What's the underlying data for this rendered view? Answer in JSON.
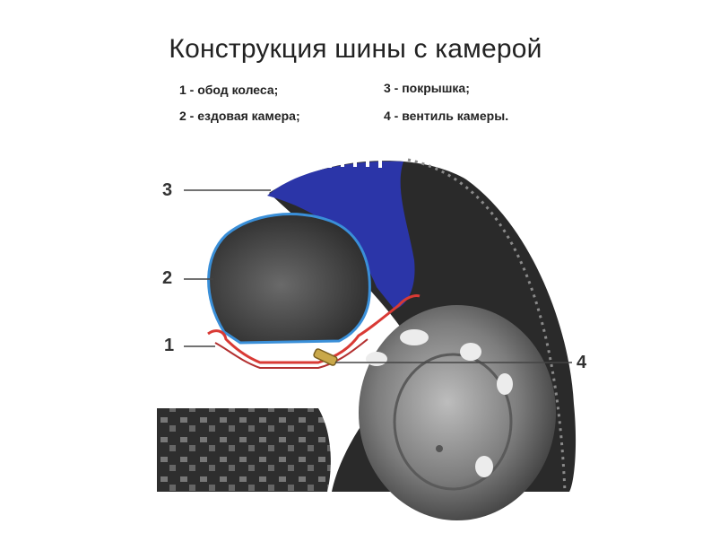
{
  "title": "Конструкция шины с камерой",
  "legend": [
    {
      "text": "1 - обод колеса;"
    },
    {
      "text": "2 - ездовая камера;"
    },
    {
      "text": "3 - покрышка;"
    },
    {
      "text": "4 - вентиль камеры."
    }
  ],
  "callouts": [
    "1",
    "2",
    "3",
    "4"
  ],
  "colors": {
    "tire_cover": "#2b35a8",
    "inner_tube": "#3a8fd8",
    "rim": "#d93a35",
    "tire_dark": "#2a2a2a",
    "wheel_disc": "#8a8a8a"
  }
}
